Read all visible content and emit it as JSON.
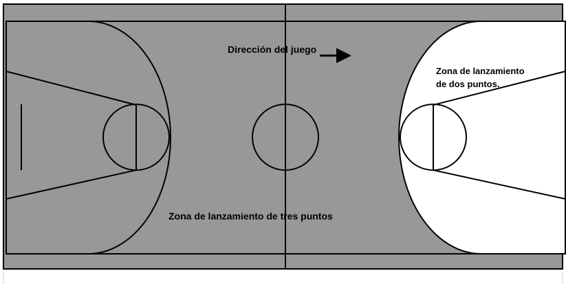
{
  "labels": {
    "direction": "Dirección del juego",
    "two_point_line1": "Zona de lanzamiento",
    "two_point_line2": "de dos puntos.",
    "three_point": "Zona de lanzamiento de tres puntos"
  },
  "colors": {
    "court_fill": "#989898",
    "two_point_zone": "#ffffff",
    "lines": "#000000",
    "page_background": "#ffffff"
  }
}
